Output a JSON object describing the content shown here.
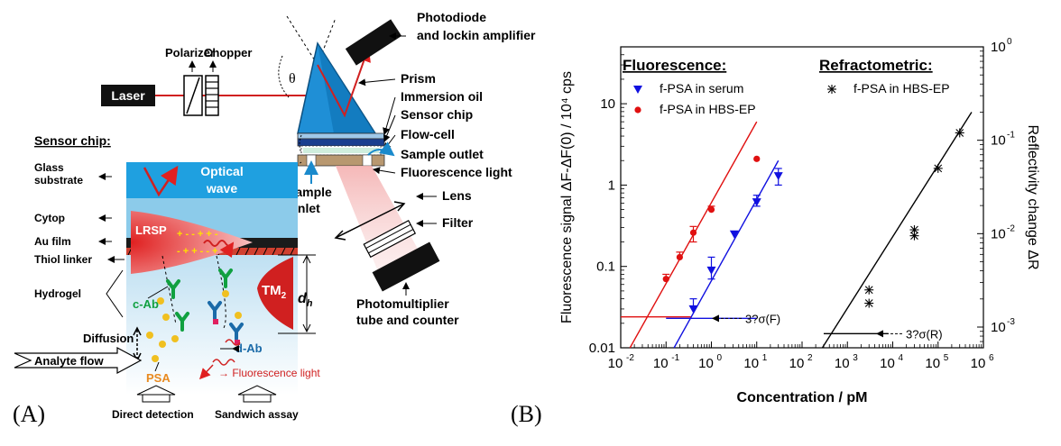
{
  "panel_a": {
    "panel_label": "(A)",
    "laser": "Laser",
    "polarizer": "Polarizer",
    "chopper": "Chopper",
    "photodiode_line1": "Photodiode",
    "photodiode_line2": "and lockin amplifier",
    "theta": "θ",
    "prism": "Prism",
    "immersion_oil": "Immersion oil",
    "sensor_chip": "Sensor chip",
    "flow_cell": "Flow-cell",
    "sample_outlet": "Sample outlet",
    "fluorescence_light": "Fluorescence light",
    "sample_inlet_line1": "Sample",
    "sample_inlet_line2": "inlet",
    "lens": "Lens",
    "filter": "Filter",
    "pmt_line1": "Photomultiplier",
    "pmt_line2": "tube and counter",
    "sensor_chip_title": "Sensor chip:",
    "glass_line1": "Glass",
    "glass_line2": "substrate",
    "optical_wave_line1": "Optical",
    "optical_wave_line2": "wave",
    "cytop": "Cytop",
    "au_film": "Au film",
    "thiol_linker": "Thiol linker",
    "hydrogel": "Hydrogel",
    "lrsp": "LRSP",
    "tm2": "TM",
    "tm2_sub": "2",
    "dh": "d",
    "dh_sub": "h",
    "c_ab": "c-Ab",
    "d_ab": "d-Ab",
    "diffusion": "Diffusion",
    "analyte_flow": "Analyte flow",
    "psa": "PSA",
    "fluorescence_light_small": "Fluorescence light",
    "direct_detection": "Direct detection",
    "sandwich_assay": "Sandwich assay"
  },
  "panel_b": {
    "panel_label": "(B)",
    "fluorescence_header": "Fluorescence:",
    "refractometric_header": "Refractometric:",
    "sigma_f_label": "3?σ(F)",
    "sigma_r_label": "3?σ(R)",
    "colors": {
      "serum": "#1010e0",
      "hbs": "#e01010",
      "refr": "#000000"
    }
  },
  "chart_data": {
    "type": "scatter",
    "xlabel": "Concentration / pM",
    "ylabel": "Fluorescence signal ΔF-ΔF(0) / 10⁴ cps",
    "y2label": "Reflectivity change ΔR",
    "xscale": "log",
    "yscale": "log",
    "xlim": [
      0.01,
      1000000
    ],
    "ylim": [
      0.01,
      50
    ],
    "y2lim": [
      0.0006,
      1
    ],
    "x_ticks": [
      {
        "v": 0.01,
        "b": "10",
        "e": "-2"
      },
      {
        "v": 0.1,
        "b": "10",
        "e": "-1"
      },
      {
        "v": 1,
        "b": "10",
        "e": "0"
      },
      {
        "v": 10,
        "b": "10",
        "e": "1"
      },
      {
        "v": 100,
        "b": "10",
        "e": "2"
      },
      {
        "v": 1000,
        "b": "10",
        "e": "3"
      },
      {
        "v": 10000,
        "b": "10",
        "e": "4"
      },
      {
        "v": 100000,
        "b": "10",
        "e": "5"
      },
      {
        "v": 1000000,
        "b": "10",
        "e": "6"
      }
    ],
    "y_ticks": [
      {
        "v": 0.01,
        "t": "0.01"
      },
      {
        "v": 0.1,
        "t": "0.1"
      },
      {
        "v": 1,
        "t": "1"
      },
      {
        "v": 10,
        "t": "10"
      }
    ],
    "y2_ticks": [
      {
        "v": 0.001,
        "b": "10",
        "e": "-3"
      },
      {
        "v": 0.01,
        "b": "10",
        "e": "-2"
      },
      {
        "v": 0.1,
        "b": "10",
        "e": "-1"
      },
      {
        "v": 1,
        "b": "10",
        "e": "0"
      }
    ],
    "series": [
      {
        "name": "f-PSA in serum",
        "axis": "left",
        "marker": "triangle",
        "points": [
          {
            "x": 0.4,
            "y": 0.03,
            "yerr_hi": 0.04
          },
          {
            "x": 1.0,
            "y": 0.09,
            "yerr_hi": 0.13,
            "yerr_lo": 0.07
          },
          {
            "x": 3.2,
            "y": 0.25
          },
          {
            "x": 10,
            "y": 0.62,
            "yerr_hi": 0.75,
            "yerr_lo": 0.55
          },
          {
            "x": 30,
            "y": 1.3,
            "yerr_hi": 1.6,
            "yerr_lo": 1.0
          }
        ],
        "fit": {
          "x": [
            0.15,
            30
          ],
          "y": [
            0.01,
            2.0
          ]
        },
        "lod": {
          "x": [
            0.1,
            10
          ],
          "y": 0.023
        }
      },
      {
        "name": "f-PSA in HBS-EP",
        "axis": "left",
        "marker": "circle",
        "points": [
          {
            "x": 0.1,
            "y": 0.07,
            "yerr_hi": 0.08
          },
          {
            "x": 0.2,
            "y": 0.13,
            "yerr_hi": 0.15
          },
          {
            "x": 0.4,
            "y": 0.26,
            "yerr_hi": 0.31,
            "yerr_lo": 0.2
          },
          {
            "x": 1.0,
            "y": 0.5,
            "yerr_hi": 0.55
          },
          {
            "x": 10,
            "y": 2.1
          }
        ],
        "fit": {
          "x": [
            0.016,
            10
          ],
          "y": [
            0.01,
            6.0
          ]
        },
        "lod": {
          "x": [
            0.01,
            0.35
          ],
          "y": 0.024
        }
      },
      {
        "name": "f-PSA in HBS-EP",
        "axis": "right",
        "marker": "asterisk",
        "points": [
          {
            "x": 3000,
            "y": 0.0025
          },
          {
            "x": 3000,
            "y": 0.0018
          },
          {
            "x": 30000,
            "y": 0.011
          },
          {
            "x": 30000,
            "y": 0.0095
          },
          {
            "x": 100000,
            "y": 0.05
          },
          {
            "x": 300000,
            "y": 0.12
          }
        ],
        "fit": {
          "x": [
            280,
            550000
          ],
          "y": [
            0.0006,
            0.2
          ]
        },
        "lod": {
          "x": [
            300,
            8000
          ],
          "y": 0.00085
        }
      }
    ]
  }
}
